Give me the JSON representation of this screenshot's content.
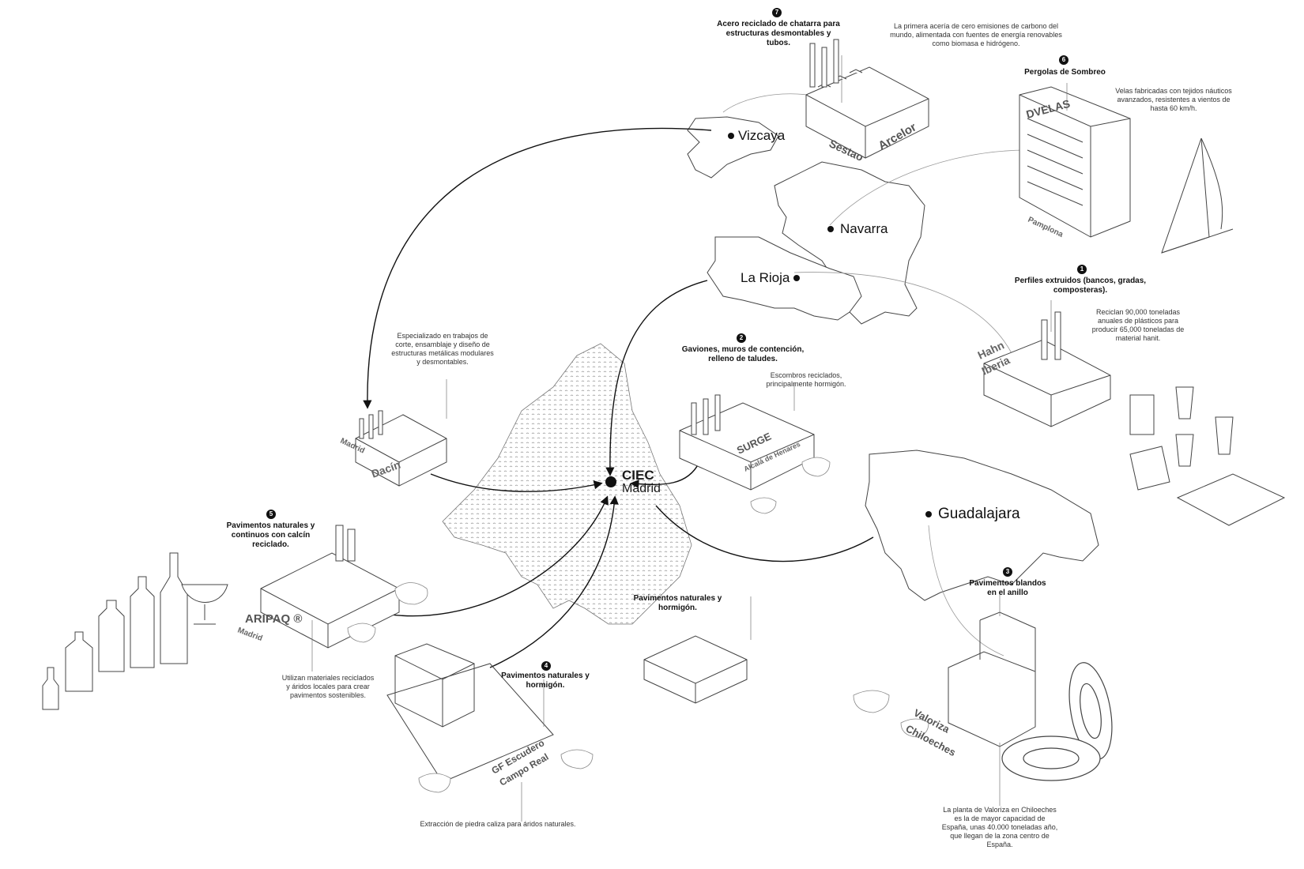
{
  "hub": {
    "name": "CIEC",
    "city": "Madrid"
  },
  "regions": {
    "vizcaya": "Vizcaya",
    "navarra": "Navarra",
    "la_rioja": "La Rioja",
    "guadalajara": "Guadalajara"
  },
  "plants": {
    "sestao": "Sestao",
    "arcelor": "Arcelor",
    "dvelas": "DVELAS",
    "pamplona": "Pamplona",
    "hahn": "Hahn",
    "iberia": "Iberia",
    "surge": "SURGE",
    "alcala": "Alcalá de Henares",
    "madrid_dacin": "Madrid",
    "dacin": "Dacín",
    "aripaq": "ARIPAQ ®",
    "aripaq_city": "Madrid",
    "gf_escudero": "GF Escudero",
    "campo_real": "Campo Real",
    "valoriza": "Valoriza",
    "chiloeches": "Chiloeches"
  },
  "annotations": {
    "n7": {
      "num": "7",
      "title": "Acero reciclado de chatarra para estructuras desmontables y tubos.",
      "desc": "La primera acería de cero emisiones de carbono del mundo, alimentada con fuentes de energía renovables como biomasa e hidrógeno."
    },
    "n6": {
      "num": "6",
      "title": "Pergolas de Sombreo",
      "desc": "Velas fabricadas con tejidos náuticos avanzados, resistentes a vientos de hasta 60 km/h."
    },
    "n1": {
      "num": "1",
      "title": "Perfiles extruidos (bancos, gradas, composteras).",
      "desc": "Reciclan 90,000 toneladas anuales de plásticos para producir 65,000 toneladas de material hanit."
    },
    "n2": {
      "num": "2",
      "title": "Gaviones, muros de contención, relleno de taludes.",
      "desc": "Escombros reciclados, principalmente hormigón."
    },
    "dacin": {
      "desc": "Especializado en trabajos de corte, ensamblaje y diseño de estructuras metálicas modulares y desmontables."
    },
    "n5": {
      "num": "5",
      "title": "Pavimentos naturales y continuos con calcín reciclado.",
      "desc": "Utilizan materiales reciclados y áridos locales para crear pavimentos sostenibles."
    },
    "n4": {
      "num": "4",
      "title": "Pavimentos naturales y hormigón.",
      "desc": "Extracción de piedra caliza para áridos naturales."
    },
    "center": {
      "title": "Pavimentos naturales y hormigón."
    },
    "n3": {
      "num": "3",
      "title": "Pavimentos blandos en el anillo",
      "desc": "La planta de Valoriza en Chiloeches es la de mayor capacidad de España, unas 40.000 toneladas año, que llegan de la zona centro de España."
    }
  }
}
